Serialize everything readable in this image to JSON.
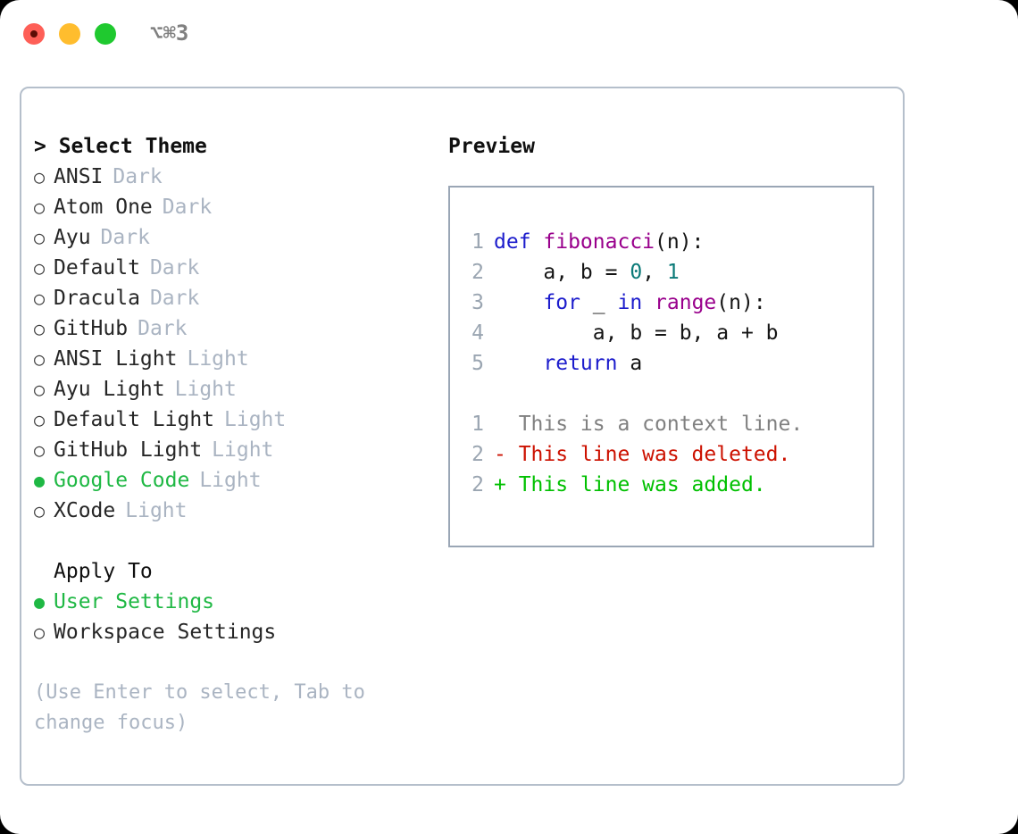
{
  "titlebar": {
    "shortcut": "⌥⌘3",
    "buttons": [
      {
        "name": "close",
        "color": "#fe5f57"
      },
      {
        "name": "minimize",
        "color": "#ffbd2e"
      },
      {
        "name": "maximize",
        "color": "#1fc92f"
      }
    ]
  },
  "theme_list": {
    "heading": "> Select Theme",
    "heading_caret": ">",
    "heading_label": "Select Theme",
    "bullet_unselected": "○",
    "bullet_selected": "●",
    "items": [
      {
        "name": "ANSI",
        "tag": "Dark",
        "selected": false
      },
      {
        "name": "Atom One",
        "tag": "Dark",
        "selected": false
      },
      {
        "name": "Ayu",
        "tag": "Dark",
        "selected": false
      },
      {
        "name": "Default",
        "tag": "Dark",
        "selected": false
      },
      {
        "name": "Dracula",
        "tag": "Dark",
        "selected": false
      },
      {
        "name": "GitHub",
        "tag": "Dark",
        "selected": false
      },
      {
        "name": "ANSI Light",
        "tag": "Light",
        "selected": false
      },
      {
        "name": "Ayu Light",
        "tag": "Light",
        "selected": false
      },
      {
        "name": "Default Light",
        "tag": "Light",
        "selected": false
      },
      {
        "name": "GitHub Light",
        "tag": "Light",
        "selected": false
      },
      {
        "name": "Google Code",
        "tag": "Light",
        "selected": true
      },
      {
        "name": "XCode",
        "tag": "Light",
        "selected": false
      }
    ]
  },
  "apply_to": {
    "heading": "Apply To",
    "items": [
      {
        "name": "User Settings",
        "selected": true
      },
      {
        "name": "Workspace Settings",
        "selected": false
      }
    ]
  },
  "hint": "(Use Enter to select, Tab to\nchange focus)",
  "preview": {
    "heading": "Preview",
    "code_lines": [
      {
        "no": "1",
        "tokens": [
          {
            "t": "def ",
            "c": "kw"
          },
          {
            "t": "fibonacci",
            "c": "fn"
          },
          {
            "t": "(n):",
            "c": "plain"
          }
        ]
      },
      {
        "no": "2",
        "tokens": [
          {
            "t": "    a, b = ",
            "c": "plain"
          },
          {
            "t": "0",
            "c": "num"
          },
          {
            "t": ", ",
            "c": "plain"
          },
          {
            "t": "1",
            "c": "num"
          }
        ]
      },
      {
        "no": "3",
        "tokens": [
          {
            "t": "    ",
            "c": "plain"
          },
          {
            "t": "for",
            "c": "kw"
          },
          {
            "t": " _ ",
            "c": "plain"
          },
          {
            "t": "in",
            "c": "kw"
          },
          {
            "t": " ",
            "c": "plain"
          },
          {
            "t": "range",
            "c": "fn"
          },
          {
            "t": "(n):",
            "c": "plain"
          }
        ]
      },
      {
        "no": "4",
        "tokens": [
          {
            "t": "        a, b = b, a + b",
            "c": "plain"
          }
        ]
      },
      {
        "no": "5",
        "tokens": [
          {
            "t": "    ",
            "c": "plain"
          },
          {
            "t": "return",
            "c": "kw"
          },
          {
            "t": " a",
            "c": "plain"
          }
        ]
      }
    ],
    "diff_lines": [
      {
        "no": "1",
        "marker": " ",
        "text": "  This is a context line.",
        "kind": "ctx"
      },
      {
        "no": "2",
        "marker": "-",
        "text": "- This line was deleted.",
        "kind": "del"
      },
      {
        "no": "2",
        "marker": "+",
        "text": "+ This line was added.",
        "kind": "add"
      }
    ]
  },
  "colors": {
    "accent_green": "#1fb844",
    "tag_gray": "#aab4c2",
    "panel_border": "#b5bfcb",
    "preview_border": "#9aa6b5",
    "keyword": "#1c1ccc",
    "function": "#99008c",
    "number": "#0b7a78",
    "diff_add": "#00c000",
    "diff_del": "#cc1100",
    "context": "#808080",
    "lineno": "#9aa5b1"
  }
}
